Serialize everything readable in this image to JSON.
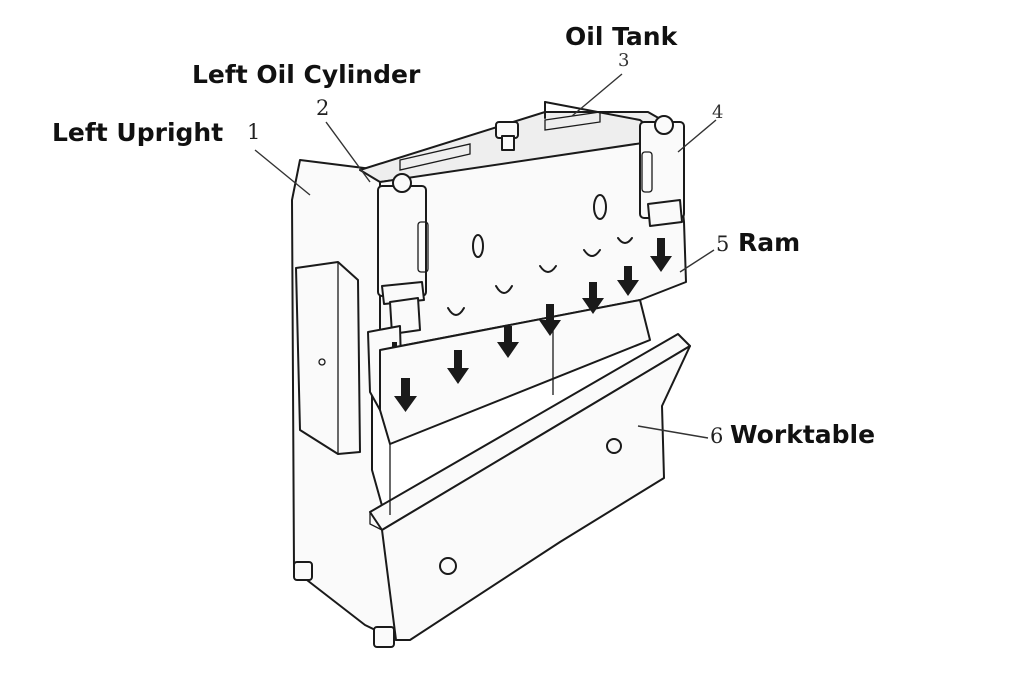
{
  "labels": {
    "left_upright": {
      "text": "Left Upright",
      "number": "1"
    },
    "left_oil_cylinder": {
      "text": "Left Oil Cylinder",
      "number": "2"
    },
    "oil_tank": {
      "text": "Oil Tank",
      "number": "3"
    },
    "right_cylinder": {
      "number": "4"
    },
    "ram": {
      "text": "Ram",
      "number": "5"
    },
    "worktable": {
      "text": "Worktable",
      "number": "6"
    }
  },
  "icons": {
    "press_arrow": "down-arrow-icon"
  },
  "colors": {
    "line": "#1a1a1a",
    "background": "#ffffff"
  }
}
